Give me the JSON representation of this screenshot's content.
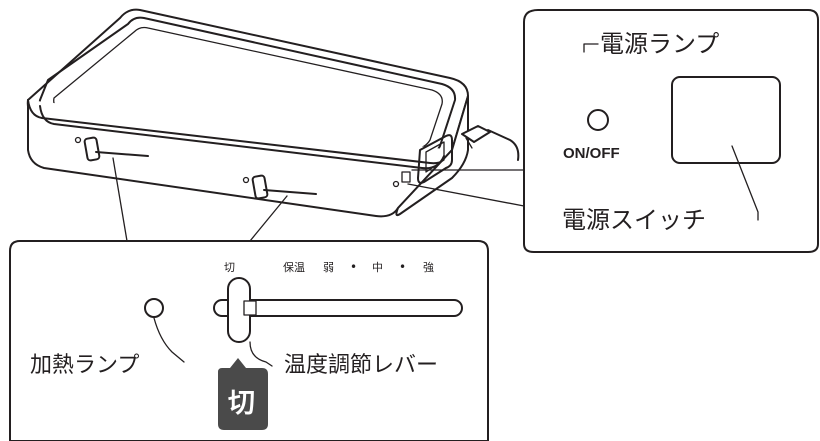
{
  "labels": {
    "power_lamp": "電源ランプ",
    "on_off": "ON/OFF",
    "power_switch": "電源スイッチ",
    "heating_lamp": "加熱ランプ",
    "temperature_lever": "温度調節レバー",
    "off_badge": "切"
  },
  "scale": {
    "off": "切",
    "keep_warm": "保温",
    "low": "弱",
    "mid": "中",
    "high": "強",
    "separator": "•"
  },
  "colors": {
    "line": "#231f20",
    "badge_bg": "#4a4a4a",
    "background": "#ffffff"
  }
}
